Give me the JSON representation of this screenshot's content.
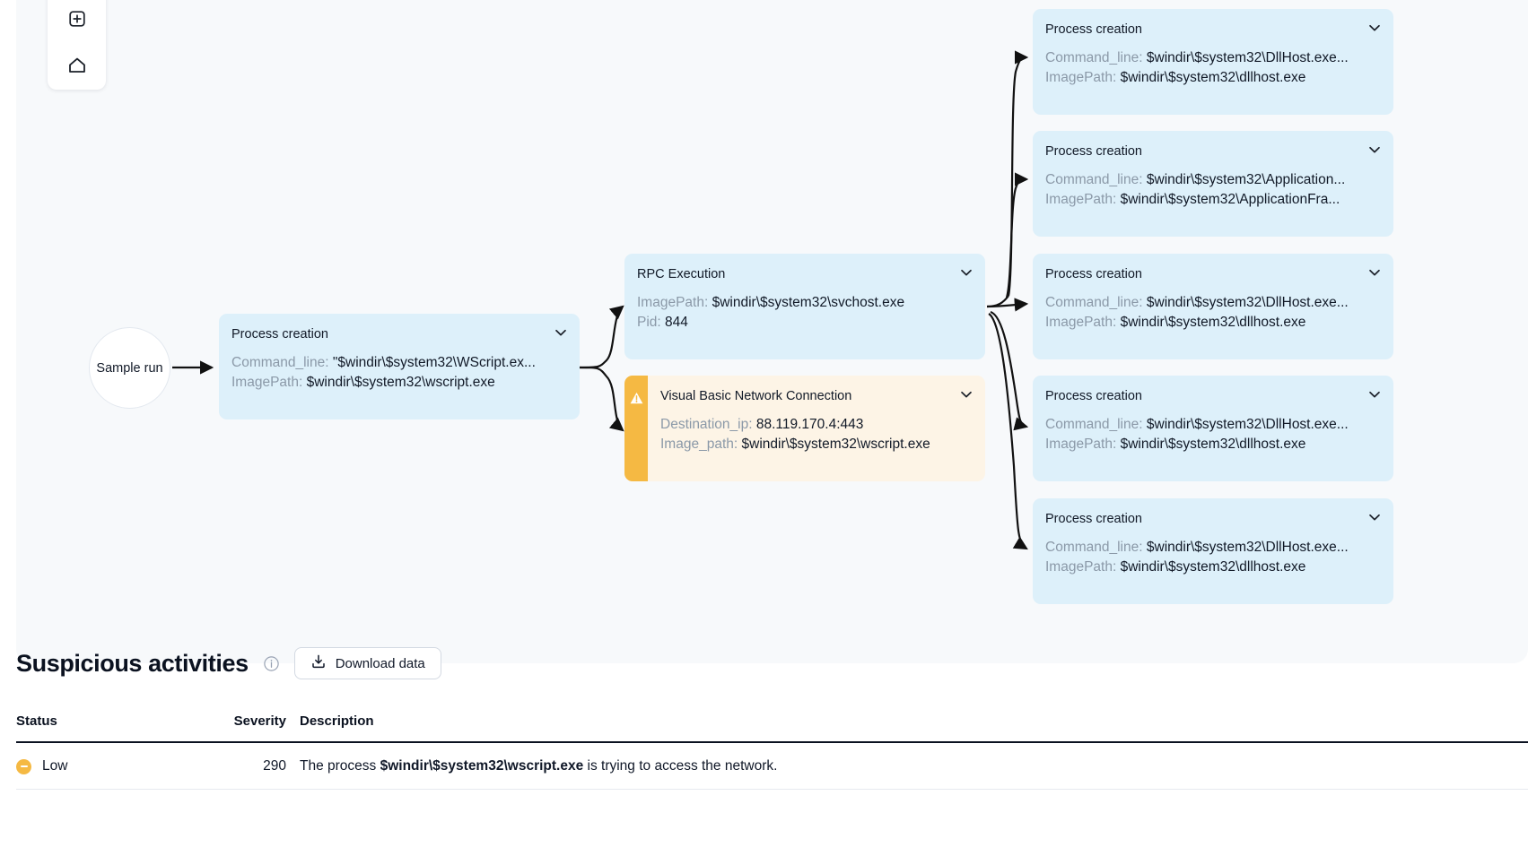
{
  "graph": {
    "controls": [
      {
        "name": "zoom-in-icon",
        "label": "+"
      },
      {
        "name": "home-icon",
        "label": "home"
      }
    ],
    "start_node": {
      "label": "Sample run"
    },
    "nodes": [
      {
        "id": "proc-wscript",
        "kind": "blue",
        "title": "Process creation",
        "lines": [
          {
            "key": "Command_line:",
            "value": "\"$windir\\$system32\\WScript.ex..."
          },
          {
            "key": "ImagePath:",
            "value": "$windir\\$system32\\wscript.exe"
          }
        ]
      },
      {
        "id": "rpc-svchost",
        "kind": "blue",
        "title": "RPC Execution",
        "lines": [
          {
            "key": "ImagePath:",
            "value": "$windir\\$system32\\svchost.exe"
          },
          {
            "key": "Pid:",
            "value": "844"
          }
        ]
      },
      {
        "id": "vb-network",
        "kind": "warn",
        "title": "Visual Basic Network Connection",
        "lines": [
          {
            "key": "Destination_ip:",
            "value": "88.119.170.4:443"
          },
          {
            "key": "Image_path:",
            "value": "$windir\\$system32\\wscript.exe"
          }
        ]
      },
      {
        "id": "proc-dllhost-1",
        "kind": "blue",
        "title": "Process creation",
        "lines": [
          {
            "key": "Command_line:",
            "value": "$windir\\$system32\\DllHost.exe..."
          },
          {
            "key": "ImagePath:",
            "value": "$windir\\$system32\\dllhost.exe"
          }
        ]
      },
      {
        "id": "proc-appframe",
        "kind": "blue",
        "title": "Process creation",
        "lines": [
          {
            "key": "Command_line:",
            "value": "$windir\\$system32\\Application..."
          },
          {
            "key": "ImagePath:",
            "value": "$windir\\$system32\\ApplicationFra..."
          }
        ]
      },
      {
        "id": "proc-dllhost-2",
        "kind": "blue",
        "title": "Process creation",
        "lines": [
          {
            "key": "Command_line:",
            "value": "$windir\\$system32\\DllHost.exe..."
          },
          {
            "key": "ImagePath:",
            "value": "$windir\\$system32\\dllhost.exe"
          }
        ]
      },
      {
        "id": "proc-dllhost-3",
        "kind": "blue",
        "title": "Process creation",
        "lines": [
          {
            "key": "Command_line:",
            "value": "$windir\\$system32\\DllHost.exe..."
          },
          {
            "key": "ImagePath:",
            "value": "$windir\\$system32\\dllhost.exe"
          }
        ]
      },
      {
        "id": "proc-dllhost-4",
        "kind": "blue",
        "title": "Process creation",
        "lines": [
          {
            "key": "Command_line:",
            "value": "$windir\\$system32\\DllHost.exe..."
          },
          {
            "key": "ImagePath:",
            "value": "$windir\\$system32\\dllhost.exe"
          }
        ]
      }
    ],
    "colors": {
      "node_blue": "#ddf0fa",
      "node_warning_bg": "#fdf4e6",
      "node_warning_stripe": "#f5b943",
      "panel_bg": "#f7f9fb",
      "edge": "#111111"
    }
  },
  "suspicious": {
    "title": "Suspicious activities",
    "info_tooltip_icon": "info-icon",
    "download_label": "Download data",
    "columns": [
      "Status",
      "Severity",
      "Description"
    ],
    "rows": [
      {
        "status": "Low",
        "severity": "290",
        "description_prefix": "The process ",
        "description_bold": "$windir\\$system32\\wscript.exe",
        "description_suffix": " is trying to access the network."
      }
    ],
    "colors": {
      "low": "#f5b943"
    }
  }
}
